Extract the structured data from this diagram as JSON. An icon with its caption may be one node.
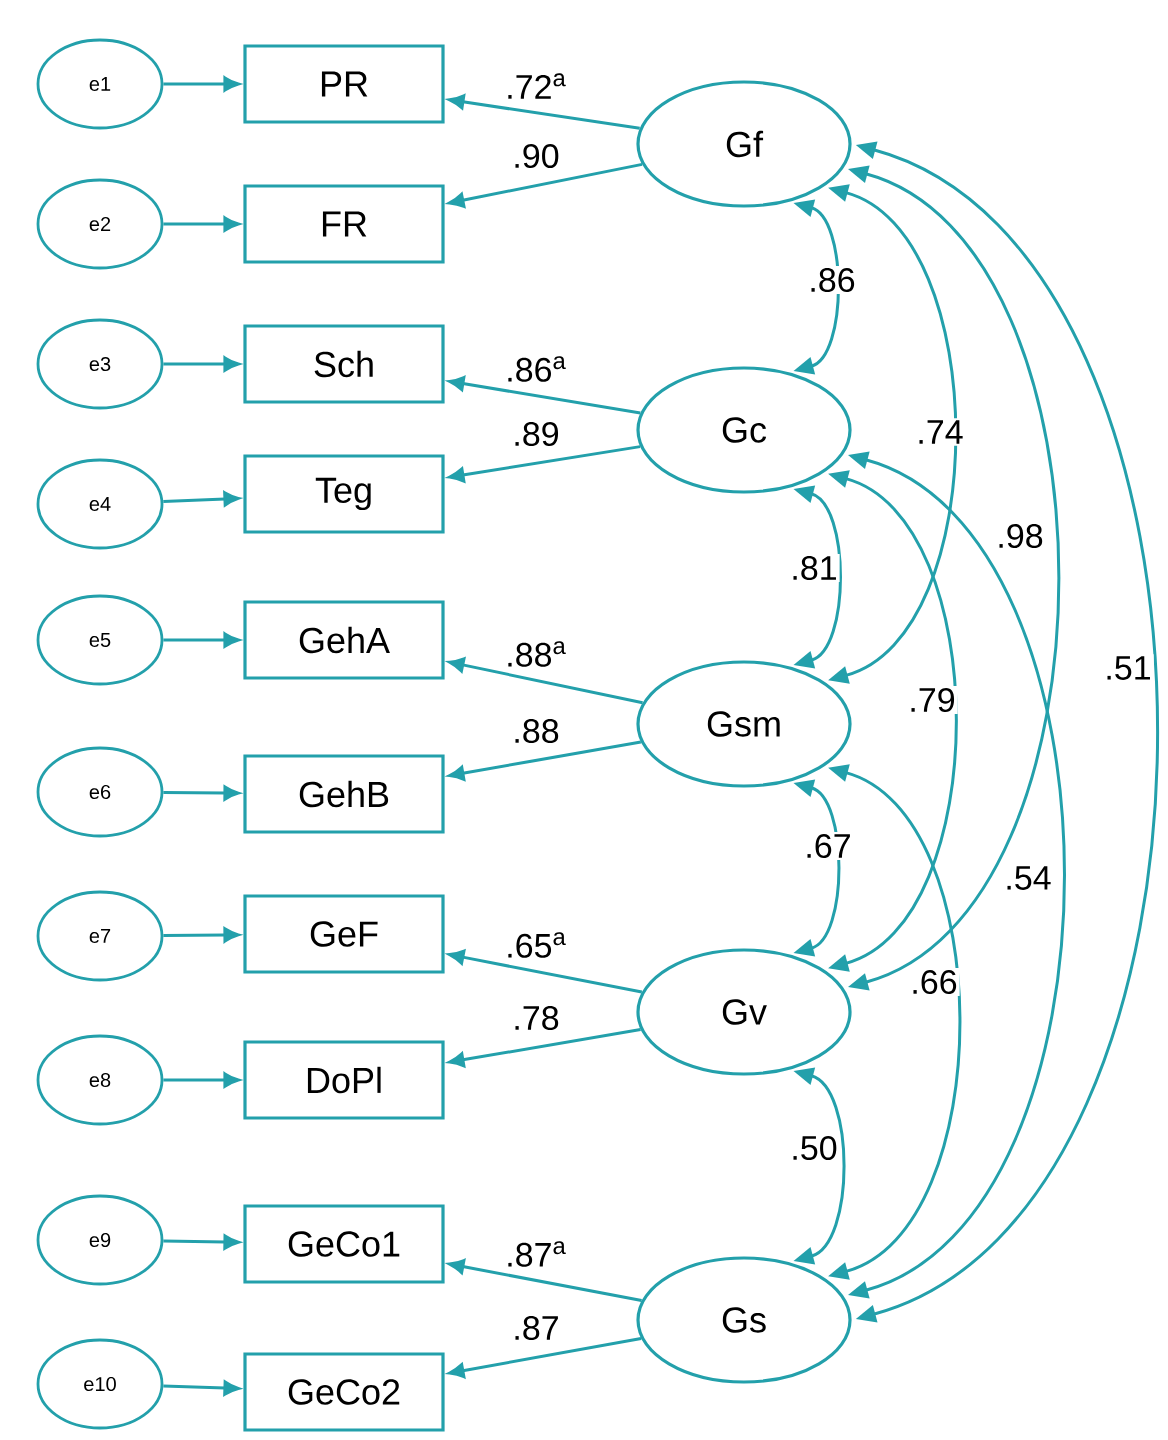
{
  "diagram": {
    "nodes": [
      {
        "text": [
          "e1"
        ]
      },
      {
        "text": [
          "e2"
        ]
      },
      {
        "text": [
          "e3"
        ]
      },
      {
        "text": [
          "e4"
        ]
      },
      {
        "text": [
          "e5"
        ]
      },
      {
        "text": [
          "e6"
        ]
      },
      {
        "text": [
          "e7"
        ]
      },
      {
        "text": [
          "e8"
        ]
      },
      {
        "text": [
          "e9"
        ]
      },
      {
        "text": [
          "e10"
        ]
      },
      {
        "text": [
          "PR"
        ]
      },
      {
        "text": [
          "FR"
        ]
      },
      {
        "text": [
          "Sch"
        ]
      },
      {
        "text": [
          "Teg"
        ]
      },
      {
        "text": [
          "GehA"
        ]
      },
      {
        "text": [
          "GehB"
        ]
      },
      {
        "text": [
          "GeF"
        ]
      },
      {
        "text": [
          "DoPl"
        ]
      },
      {
        "text": [
          "GeCo1"
        ]
      },
      {
        "text": [
          "GeCo2"
        ]
      },
      {
        "text": [
          "Gf"
        ]
      },
      {
        "text": [
          "Gc"
        ]
      },
      {
        "text": [
          "Gsm"
        ]
      },
      {
        "text": [
          "Gv"
        ]
      },
      {
        "text": [
          "Gs"
        ]
      }
    ],
    "edges": [
      {
        "from": 0,
        "to": 10,
        "arrow": "to"
      },
      {
        "from": 1,
        "to": 11,
        "arrow": "to"
      },
      {
        "from": 2,
        "to": 12,
        "arrow": "to"
      },
      {
        "from": 3,
        "to": 13,
        "arrow": "to"
      },
      {
        "from": 4,
        "to": 14,
        "arrow": "to"
      },
      {
        "from": 5,
        "to": 15,
        "arrow": "to"
      },
      {
        "from": 6,
        "to": 16,
        "arrow": "to"
      },
      {
        "from": 7,
        "to": 17,
        "arrow": "to"
      },
      {
        "from": 8,
        "to": 18,
        "arrow": "to"
      },
      {
        "from": 9,
        "to": 19,
        "arrow": "to"
      },
      {
        "from": 20,
        "to": 10,
        "arrow": "to",
        "label": ".72$^{a}$"
      },
      {
        "from": 20,
        "to": 11,
        "arrow": "to",
        "label": ".90"
      },
      {
        "from": 21,
        "to": 12,
        "arrow": "to",
        "label": ".86$^{a}$"
      },
      {
        "from": 21,
        "to": 13,
        "arrow": "to",
        "label": ".89"
      },
      {
        "from": 22,
        "to": 14,
        "arrow": "to",
        "label": ".88$^{a}$"
      },
      {
        "from": 22,
        "to": 15,
        "arrow": "to",
        "label": ".88"
      },
      {
        "from": 23,
        "to": 16,
        "arrow": "to",
        "label": ".65$^{a}$"
      },
      {
        "from": 23,
        "to": 17,
        "arrow": "to",
        "label": ".78"
      },
      {
        "from": 24,
        "to": 18,
        "arrow": "to",
        "label": ".87$^{a}$"
      },
      {
        "from": 24,
        "to": 19,
        "arrow": "to",
        "label": ".87"
      },
      {
        "from": 20,
        "to": 21,
        "arrow": "both",
        "label": ".86"
      },
      {
        "from": 21,
        "to": 22,
        "arrow": "both",
        "label": ".81"
      },
      {
        "from": 22,
        "to": 23,
        "arrow": "both",
        "label": ".67"
      },
      {
        "from": 23,
        "to": 24,
        "arrow": "both",
        "label": ".50"
      },
      {
        "from": 20,
        "to": 22,
        "arrow": "both",
        "label": ".74"
      },
      {
        "from": 20,
        "to": 23,
        "arrow": "both",
        "label": ".98"
      },
      {
        "from": 20,
        "to": 24,
        "arrow": "both",
        "label": ".51"
      },
      {
        "from": 21,
        "to": 23,
        "arrow": "both",
        "label": ".79"
      },
      {
        "from": 21,
        "to": 24,
        "arrow": "both",
        "label": ".54"
      },
      {
        "from": 22,
        "to": 24,
        "arrow": "both",
        "label": ".66"
      }
    ]
  }
}
